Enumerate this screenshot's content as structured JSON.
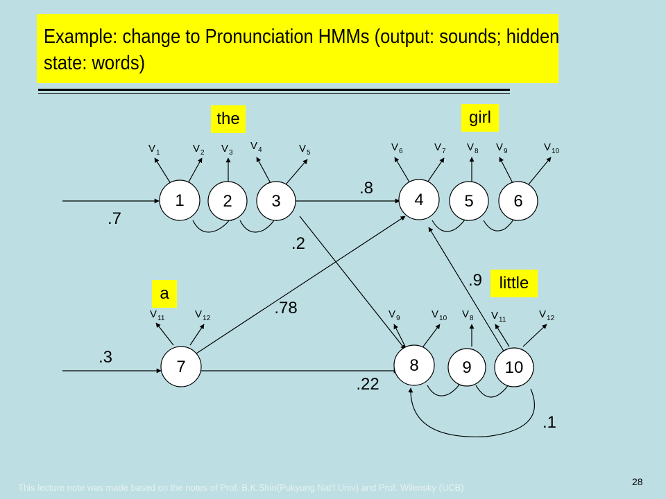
{
  "slide": {
    "title": "Example: change to Pronunciation HMMs  (output: sounds; hidden state: words)",
    "footer": "This lecture note was made based on the notes of Prof. B.K.Shin(Pukyung Nat'l Univ) and Prof. Wilensky (UCB)",
    "page_number": "28"
  },
  "words": {
    "the": "the",
    "girl": "girl",
    "a": "a",
    "little": "little"
  },
  "states": {
    "s1": "1",
    "s2": "2",
    "s3": "3",
    "s4": "4",
    "s5": "5",
    "s6": "6",
    "s7": "7",
    "s8": "8",
    "s9": "9",
    "s10": "10"
  },
  "emissions": {
    "the": [
      [
        "V",
        "1"
      ],
      [
        "V",
        "2"
      ],
      [
        "V",
        "3"
      ],
      [
        "V",
        "4"
      ],
      [
        "V",
        "5"
      ]
    ],
    "girl": [
      [
        "V",
        "6"
      ],
      [
        "V",
        "7"
      ],
      [
        "V",
        "8"
      ],
      [
        "V",
        "9"
      ],
      [
        "V",
        "10"
      ]
    ],
    "a": [
      [
        "V",
        "11"
      ],
      [
        "V",
        "12"
      ]
    ],
    "little": [
      [
        "V",
        "9"
      ],
      [
        "V",
        "10"
      ],
      [
        "V",
        "8"
      ],
      [
        "V",
        "11"
      ],
      [
        "V",
        "12"
      ]
    ]
  },
  "probs": {
    "start_1": ".7",
    "start_7": ".3",
    "p_3_4": ".8",
    "p_3_8": ".2",
    "p_7_4": ".78",
    "p_7_8": ".22",
    "p_10_4": ".9",
    "p_10_8": ".1"
  }
}
